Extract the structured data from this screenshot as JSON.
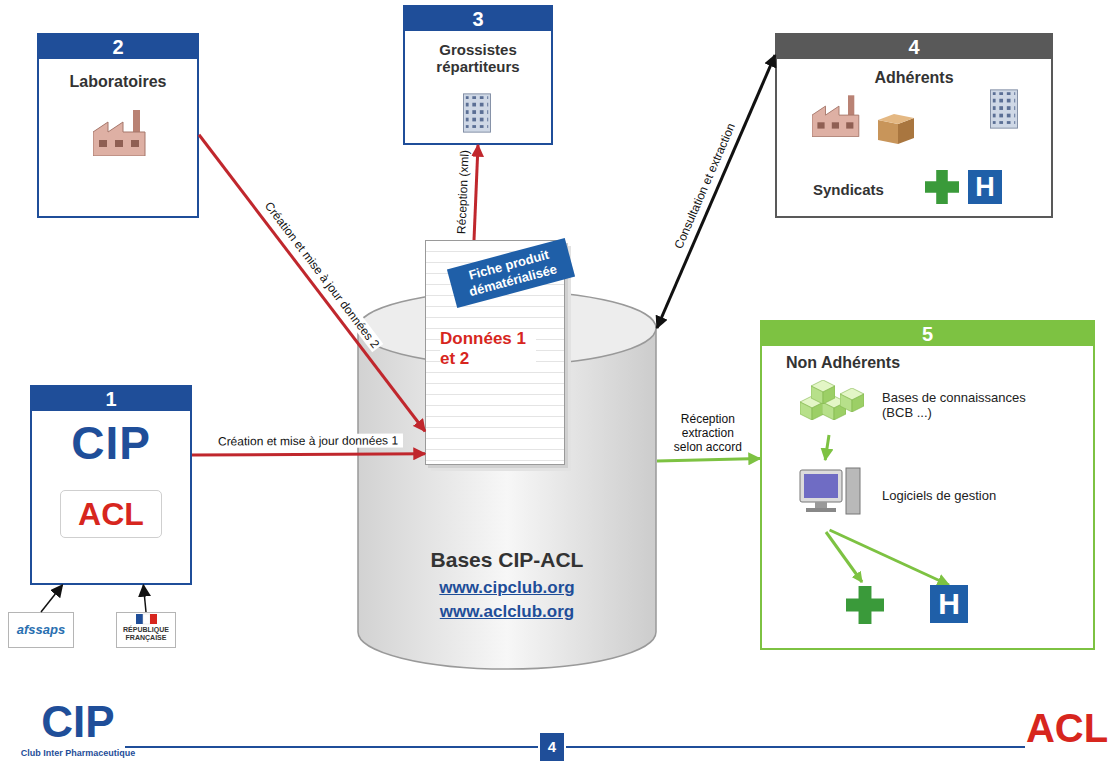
{
  "diagram": {
    "nodes": [
      {
        "text": [
          "1"
        ]
      },
      {
        "text": [
          "afssaps"
        ]
      },
      {
        "text": [
          "RÉPUBLIQUE FRANÇAISE"
        ]
      },
      {
        "text": [
          "2",
          "Laboratoires"
        ]
      },
      {
        "text": [
          "3",
          "Grossistes répartiteurs"
        ]
      },
      {
        "text": [
          "4",
          "Adhérents",
          "Syndicats"
        ]
      },
      {
        "text": [
          "Bases CIP-ACL",
          "www.cipclub.org",
          "www.aclclub.org"
        ]
      },
      {
        "text": [
          "Fiche produit dématérialisée",
          "Données 1 et 2"
        ],
        "in": 6
      },
      {
        "text": [
          "5",
          "Non Adhérents"
        ]
      },
      {
        "text": [
          "Bases de connaissances (BCB ...)"
        ],
        "in": 8
      },
      {
        "text": [
          "Logiciels de gestion"
        ],
        "in": 8
      },
      {
        "text": [
          "H"
        ],
        "in": 8
      }
    ],
    "edges": [
      {
        "from": 0,
        "to": 7,
        "label": "Création et mise à jour données 1",
        "arrow": "to"
      },
      {
        "from": 3,
        "to": 7,
        "label": "Création et mise à jour données 2",
        "arrow": "to"
      },
      {
        "from": 7,
        "to": 4,
        "label": "Réception (xml)",
        "arrow": "to"
      },
      {
        "from": 6,
        "to": 5,
        "label": "Consultation et extraction",
        "arrow": "both"
      },
      {
        "from": 6,
        "to": 8,
        "label": "Réception extraction selon accord",
        "arrow": "to"
      },
      {
        "from": 1,
        "to": 0,
        "arrow": "to"
      },
      {
        "from": 2,
        "to": 0,
        "arrow": "to"
      },
      {
        "from": 9,
        "to": 10,
        "arrow": "to"
      },
      {
        "from": 10,
        "to": 11,
        "arrow": "to"
      }
    ],
    "labels": [
      "CIP",
      "ACL",
      "H",
      "CIP",
      "Club Inter Pharmaceutique",
      "4",
      "ACL"
    ]
  }
}
